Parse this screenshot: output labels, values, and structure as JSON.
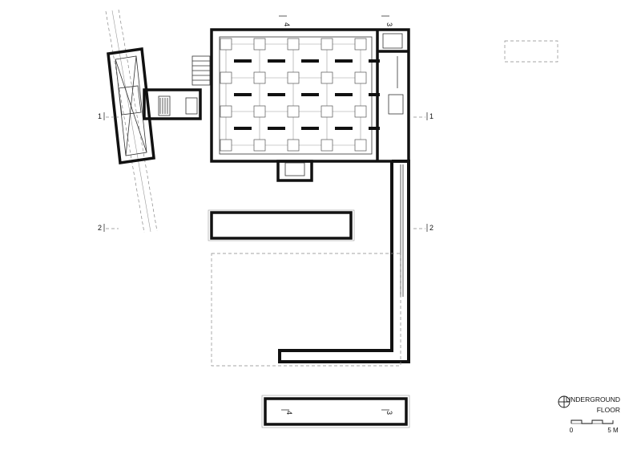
{
  "title": {
    "line1": "UNDERGROUND",
    "line2": "FLOOR"
  },
  "scale": {
    "start": "0",
    "end": "5 M"
  },
  "section_marks": {
    "s1_left": "1",
    "s1_right": "1",
    "s2_left": "2",
    "s2_right": "2",
    "s3_top": "3",
    "s3_bottom": "3",
    "s4_top": "4",
    "s4_bottom": "4"
  }
}
